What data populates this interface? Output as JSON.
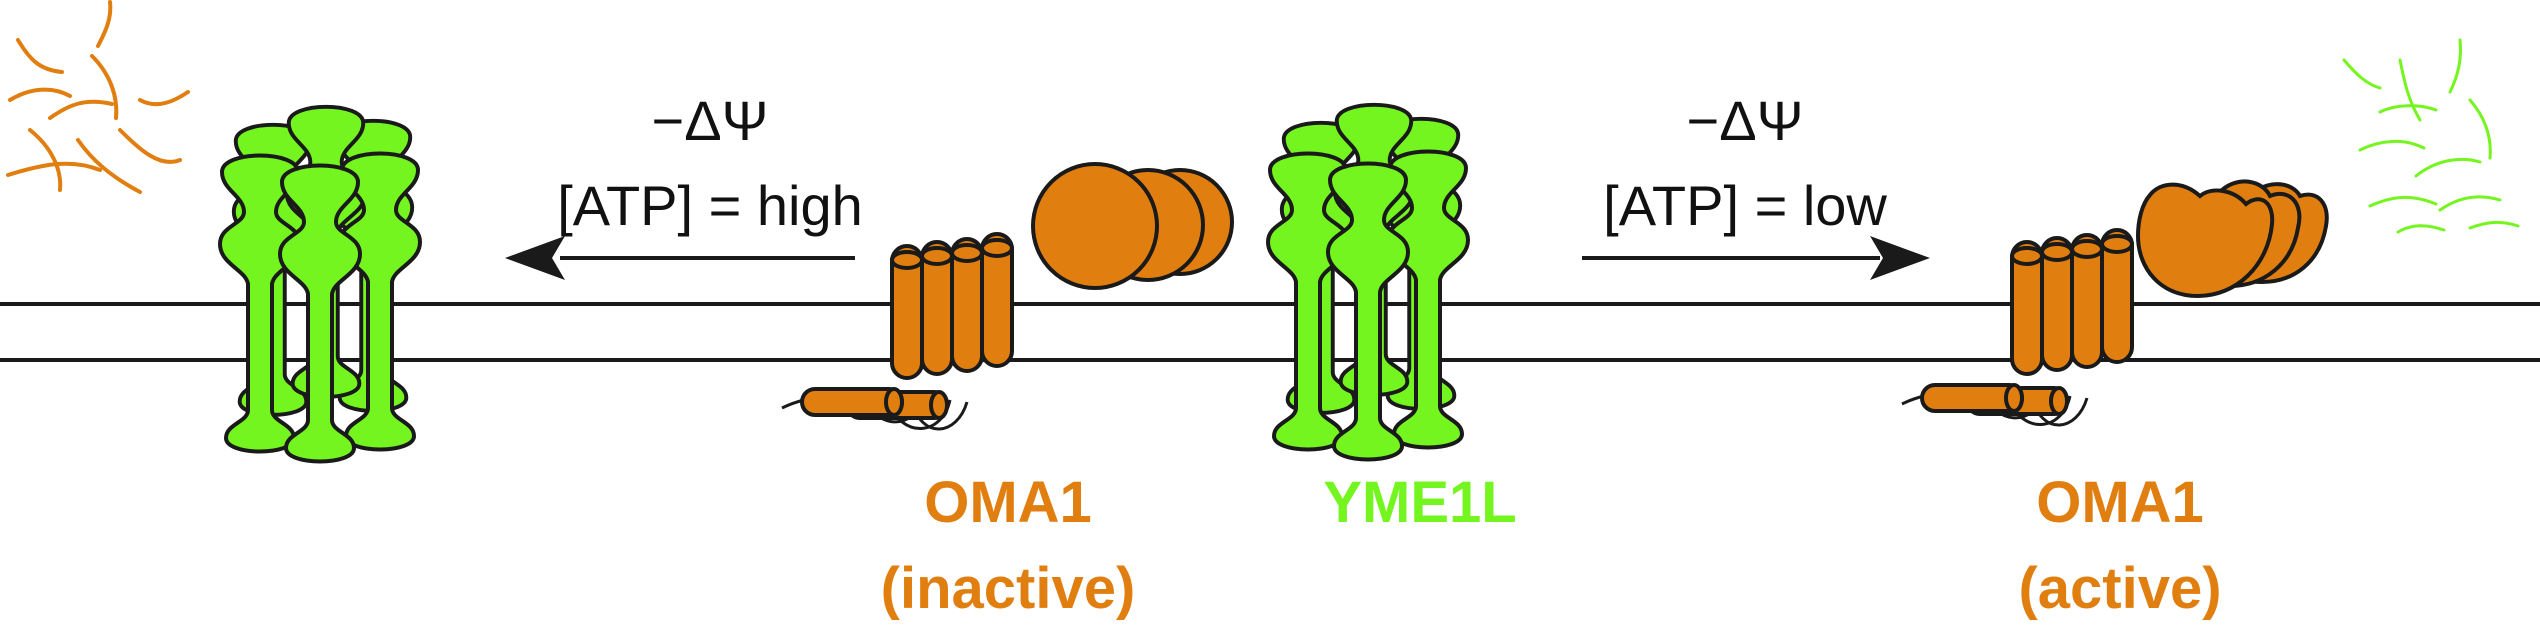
{
  "colors": {
    "oma1": "#e07f10",
    "yme1l": "#74f51f",
    "outline": "#1a1a1a",
    "membrane": "#1a1a1a",
    "text": "#111111"
  },
  "left_condition": {
    "potential": "−ΔΨ",
    "atp": "[ATP] = high"
  },
  "right_condition": {
    "potential": "−ΔΨ",
    "atp": "[ATP] = low"
  },
  "labels": {
    "oma1_inactive": {
      "name": "OMA1",
      "state": "(inactive)"
    },
    "yme1l": {
      "name": "YME1L"
    },
    "oma1_active": {
      "name": "OMA1",
      "state": "(active)"
    }
  }
}
